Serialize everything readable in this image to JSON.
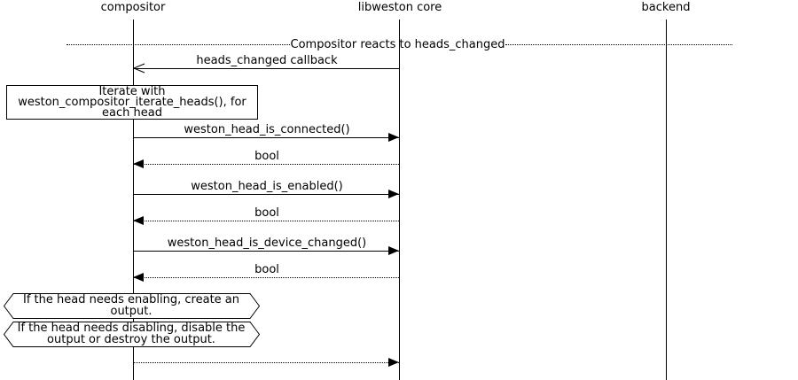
{
  "diagram_type": "uml-sequence",
  "colors": {
    "line": "#000000",
    "background": "#ffffff",
    "text": "#000000"
  },
  "actors": [
    {
      "label": "compositor"
    },
    {
      "label": "libweston core"
    },
    {
      "label": "backend"
    }
  ],
  "divider": {
    "label": "Compositor reacts to heads_changed"
  },
  "messages": [
    {
      "label": "heads_changed callback",
      "from": "libweston core",
      "to": "compositor",
      "line": "solid",
      "arrowhead": "open"
    },
    {
      "label": "weston_head_is_connected()",
      "from": "compositor",
      "to": "libweston core",
      "line": "solid",
      "arrowhead": "filled"
    },
    {
      "label": "bool",
      "from": "libweston core",
      "to": "compositor",
      "line": "dotted",
      "arrowhead": "filled"
    },
    {
      "label": "weston_head_is_enabled()",
      "from": "compositor",
      "to": "libweston core",
      "line": "solid",
      "arrowhead": "filled"
    },
    {
      "label": "bool",
      "from": "libweston core",
      "to": "compositor",
      "line": "dotted",
      "arrowhead": "filled"
    },
    {
      "label": "weston_head_is_device_changed()",
      "from": "compositor",
      "to": "libweston core",
      "line": "solid",
      "arrowhead": "filled"
    },
    {
      "label": "bool",
      "from": "libweston core",
      "to": "compositor",
      "line": "dotted",
      "arrowhead": "filled"
    },
    {
      "label": "",
      "from": "compositor",
      "to": "libweston core",
      "line": "dotted",
      "arrowhead": "filled"
    }
  ],
  "notes": [
    {
      "shape": "rect",
      "text": "Iterate with weston_compositor_iterate_heads(), for each head"
    },
    {
      "shape": "hexagon",
      "text": "If the head needs enabling, create an output."
    },
    {
      "shape": "hexagon",
      "text": "If the head needs disabling, disable the output or destroy the output."
    }
  ]
}
